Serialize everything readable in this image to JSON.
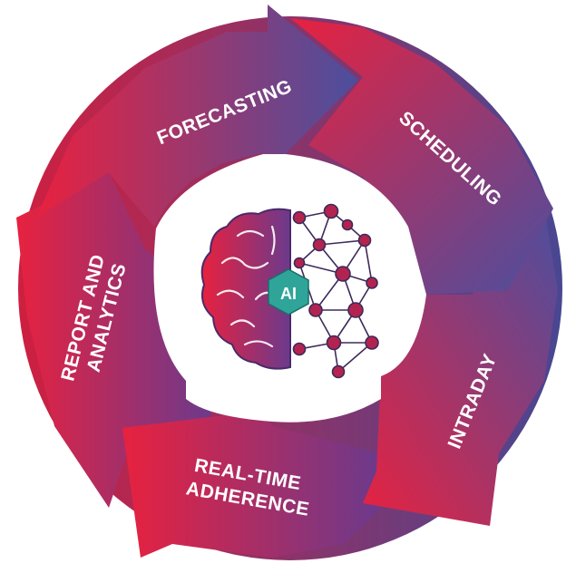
{
  "diagram": {
    "segments": [
      {
        "id": "forecasting",
        "label": "FORECASTING"
      },
      {
        "id": "scheduling",
        "label": "SCHEDULING"
      },
      {
        "id": "intraday",
        "label": "INTRADAY"
      },
      {
        "id": "real-time-adherence",
        "label_line1": "REAL-TIME",
        "label_line2": "ADHERENCE"
      },
      {
        "id": "report-analytics",
        "label_line1": "REPORT AND",
        "label_line2": "ANALYTICS"
      }
    ],
    "center": {
      "badge": "AI",
      "icon": "brain-network-icon"
    }
  },
  "colors": {
    "red": "#e8213f",
    "magenta": "#a92860",
    "purple": "#6b3a8c",
    "blue": "#4b4f9f",
    "teal": "#2fa59a",
    "node": "#b3234f"
  }
}
